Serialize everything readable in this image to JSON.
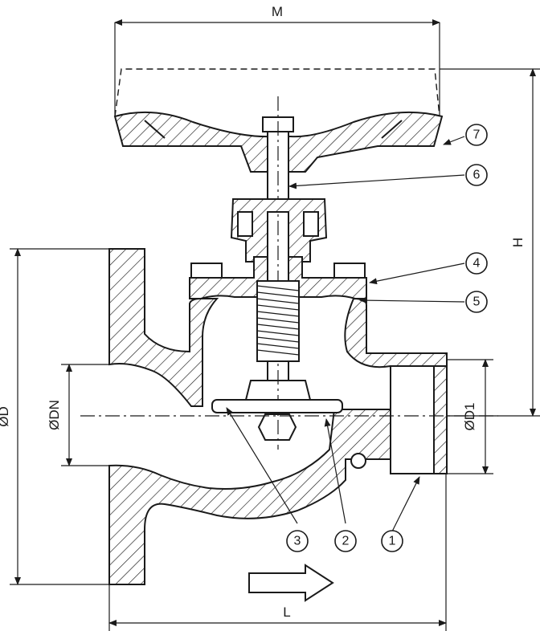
{
  "dimensions": {
    "M": "M",
    "H": "H",
    "D": "ØD",
    "DN": "ØDN",
    "D1": "ØD1",
    "L": "L"
  },
  "callouts": [
    "1",
    "2",
    "3",
    "4",
    "5",
    "6",
    "7"
  ],
  "line_color": "#1a1a1a"
}
